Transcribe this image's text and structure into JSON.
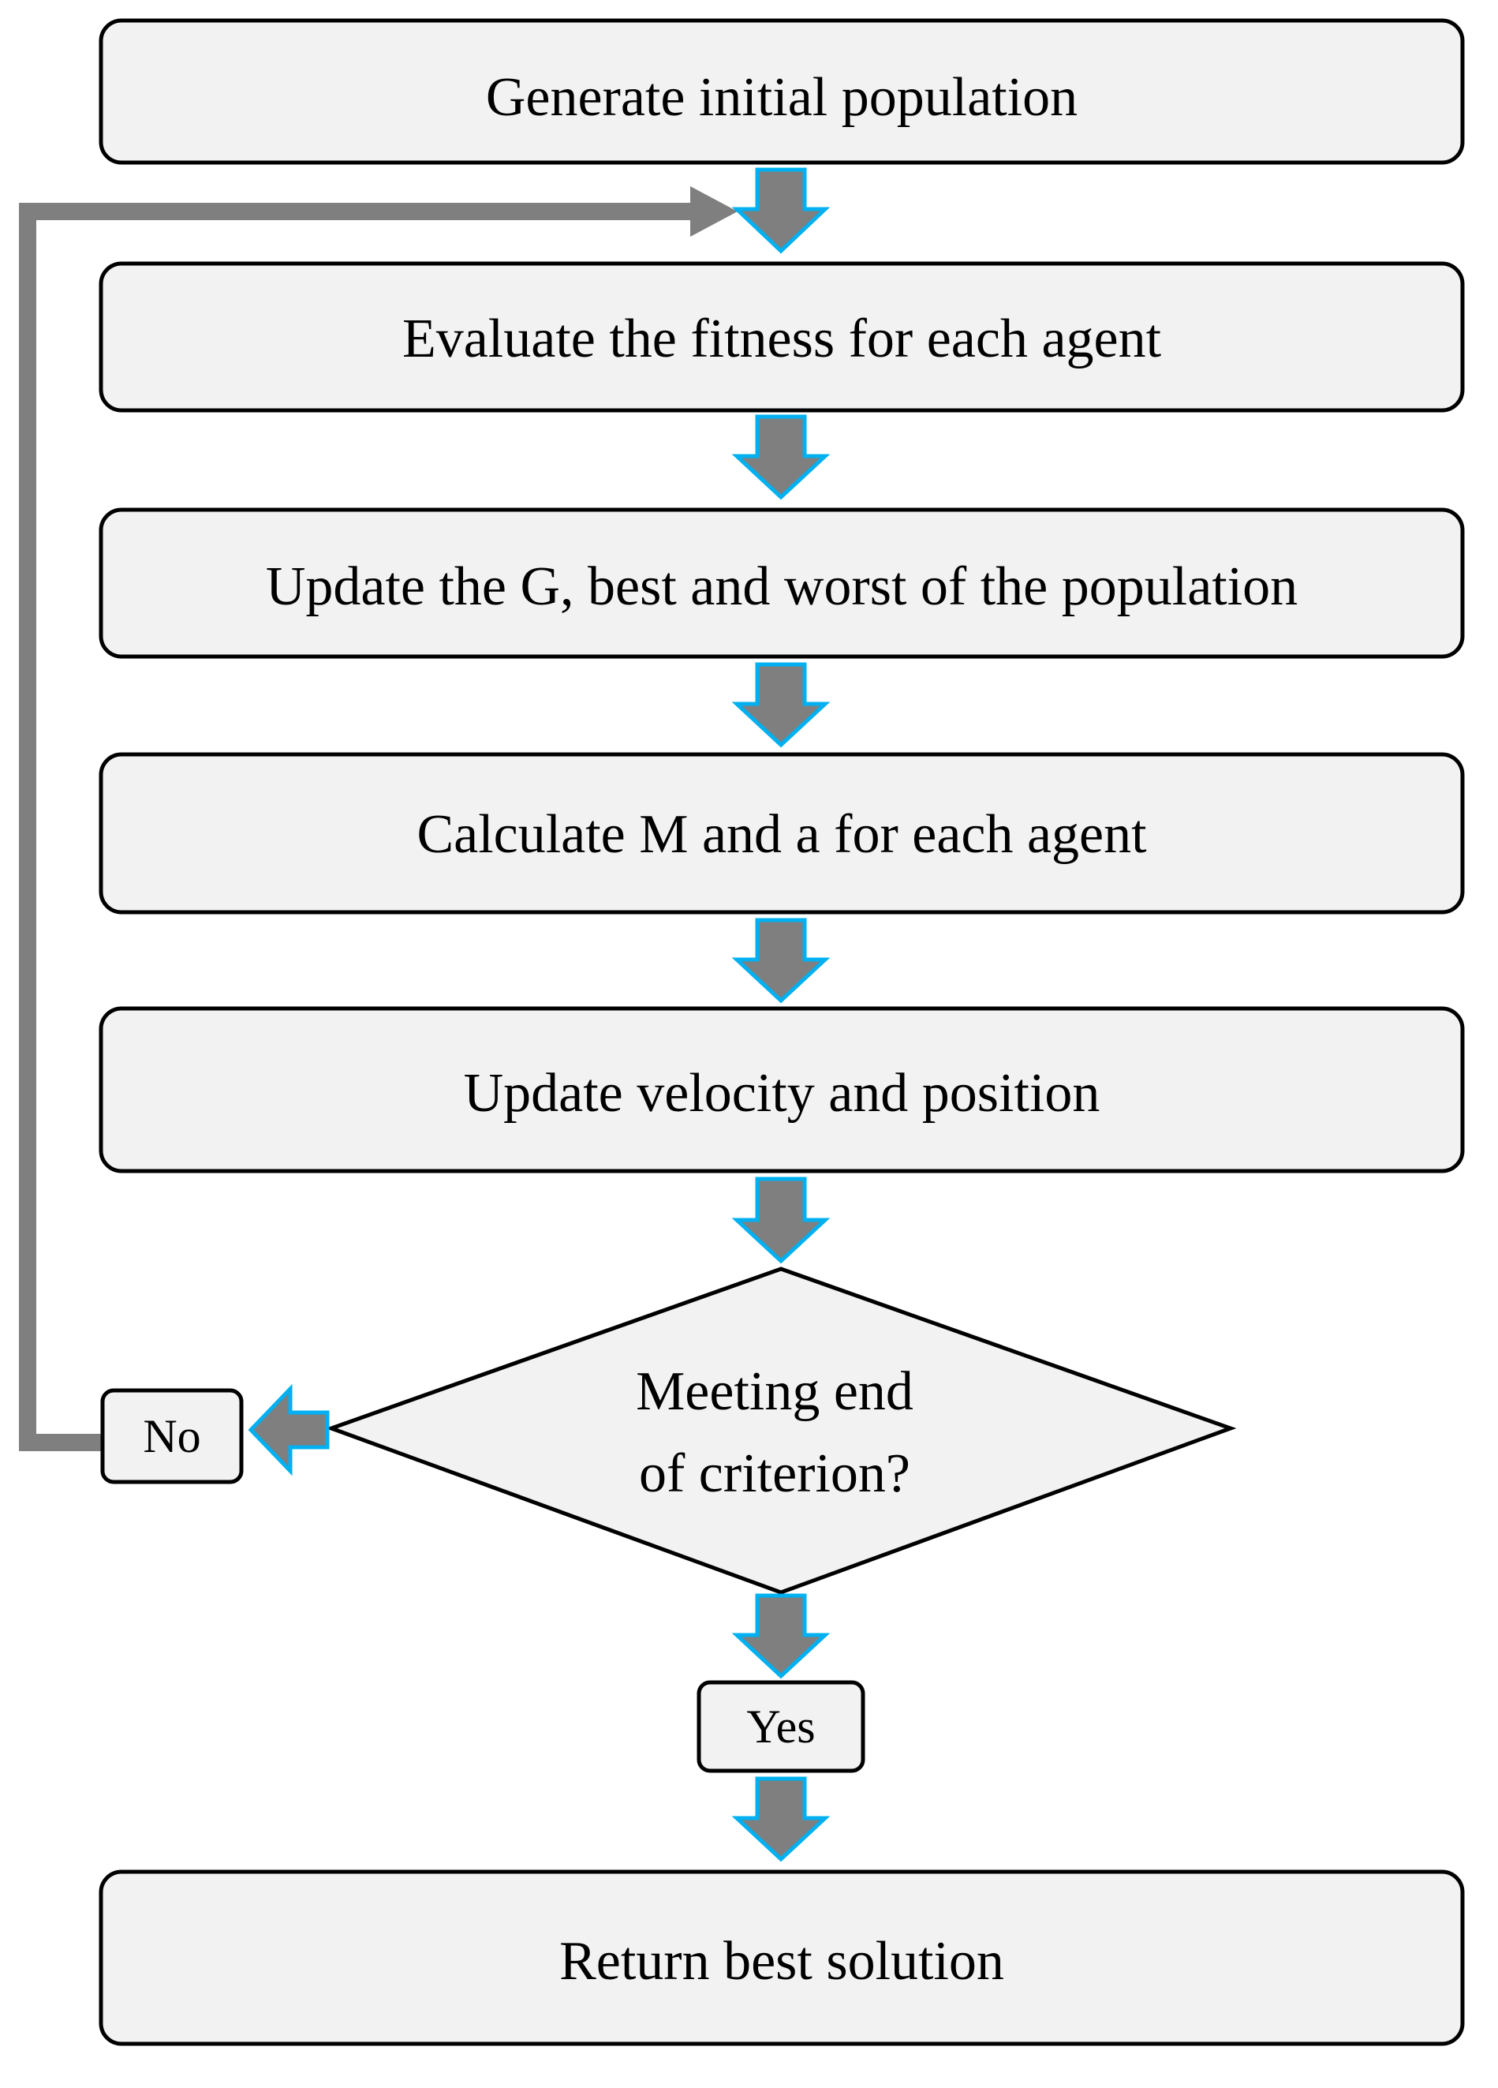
{
  "steps": [
    {
      "label": "Generate initial population"
    },
    {
      "label": "Evaluate the fitness for each agent"
    },
    {
      "label": "Update the G, best and worst of the population"
    },
    {
      "label": "Calculate M and a for each agent"
    },
    {
      "label": "Update velocity  and position"
    }
  ],
  "decision": {
    "line1": "Meeting end",
    "line2": "of criterion?"
  },
  "no_label": "No",
  "yes_label": "Yes",
  "final_step": {
    "label": "Return best solution"
  },
  "colors": {
    "box_fill": "#f2f2f2",
    "box_stroke": "#000000",
    "arrow_fill": "#7f7f7f",
    "arrow_outline": "#00b0f0",
    "loop_line": "#7f7f7f"
  }
}
